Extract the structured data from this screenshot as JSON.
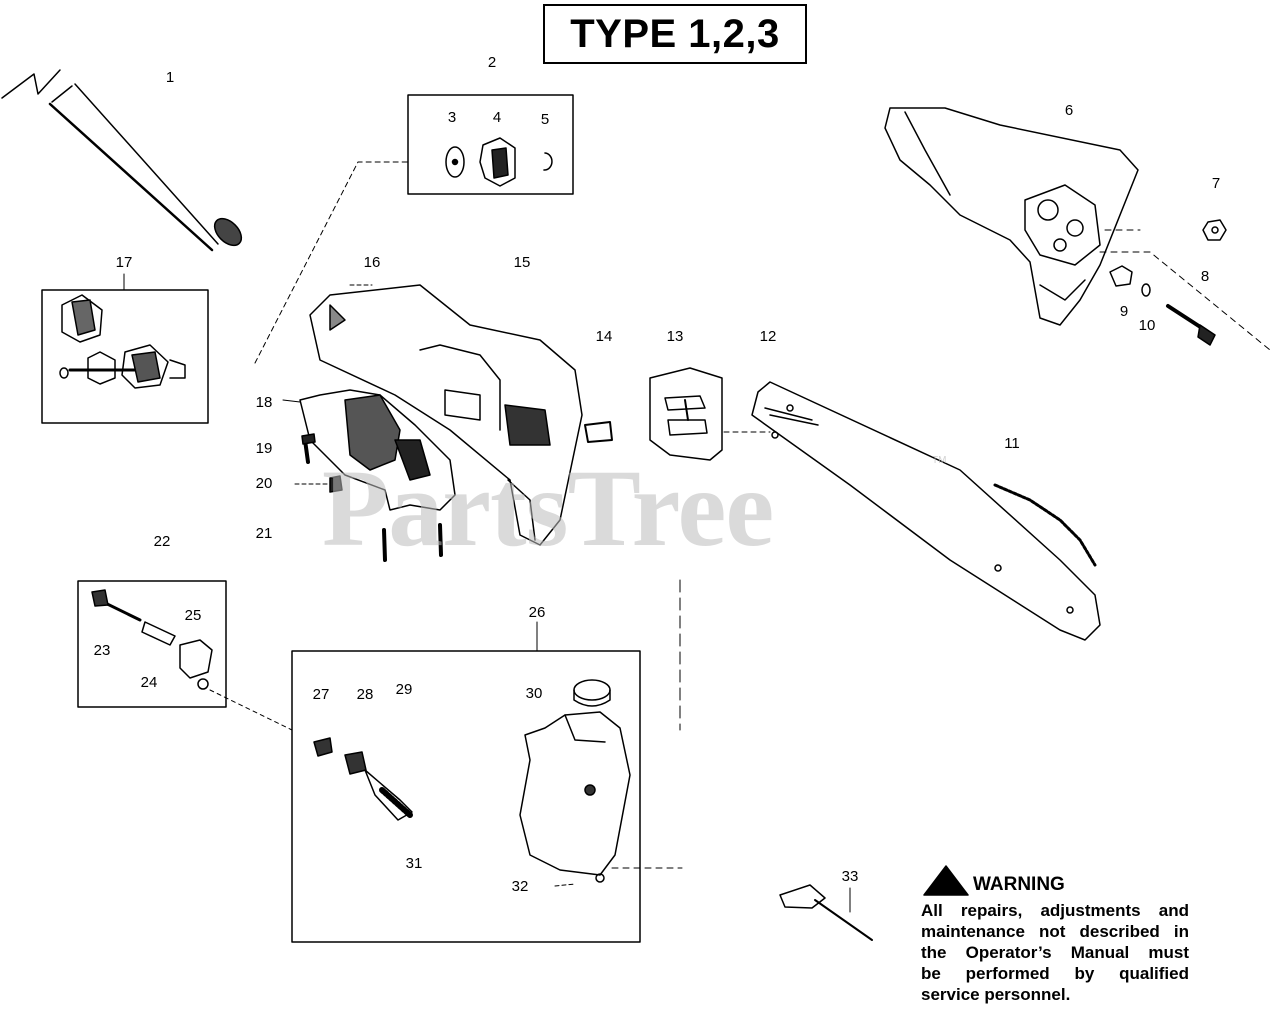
{
  "title": "TYPE 1,2,3",
  "watermark": "PartsTree",
  "watermark_tm": "TM",
  "warning": {
    "heading": "WARNING",
    "lines": [
      "All repairs, adjustments and",
      "maintenance not described in",
      "the Operator’s Manual must",
      "be performed by qualified",
      "service personnel."
    ]
  },
  "callouts": [
    "1",
    "2",
    "3",
    "4",
    "5",
    "6",
    "7",
    "8",
    "9",
    "10",
    "11",
    "12",
    "13",
    "14",
    "15",
    "16",
    "17",
    "18",
    "19",
    "20",
    "21",
    "22",
    "23",
    "24",
    "25",
    "26",
    "27",
    "28",
    "29",
    "30",
    "31",
    "32",
    "33"
  ]
}
